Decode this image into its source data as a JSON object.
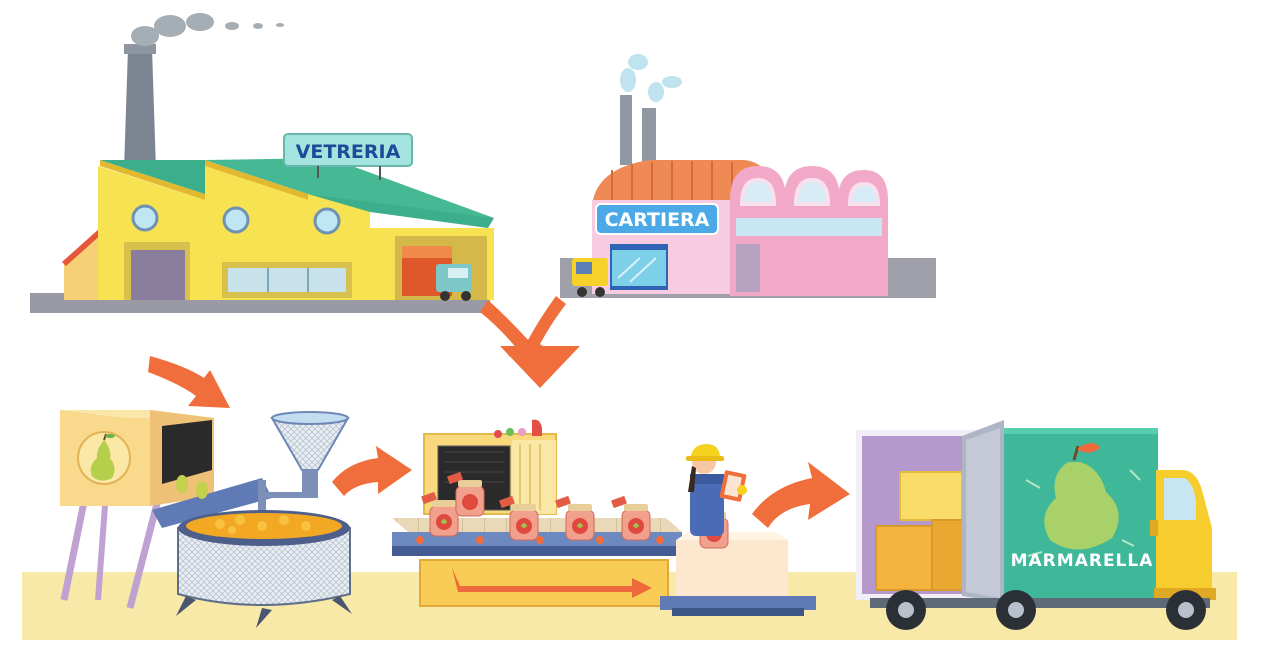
{
  "labels": {
    "glassworks_sign": "VETRERIA",
    "paper_mill_sign": "CARTIERA",
    "truck_brand": "MARMARELLA"
  },
  "stages": [
    {
      "name": "glassworks"
    },
    {
      "name": "paper-mill"
    },
    {
      "name": "fruit-washer"
    },
    {
      "name": "cooking-pot"
    },
    {
      "name": "labeling-machine"
    },
    {
      "name": "conveyor-belt"
    },
    {
      "name": "quality-inspector"
    },
    {
      "name": "delivery-truck"
    }
  ],
  "colors": {
    "ground": "#f9e9a8",
    "arrow": "#ef6e3c",
    "glassworks_wall": "#f7e352",
    "glassworks_roof": "#3dae8b",
    "sign_bg": "#a3e4de",
    "sign_text": "#1f4a99",
    "paper_mill_wall": "#f2a9c8",
    "paper_mill_roof": "#ef8a55",
    "truck_body": "#3fb89a",
    "truck_cab": "#f7cd2e"
  },
  "icons": [
    "pear-icon",
    "jar-icon",
    "smoke-icon",
    "arrow-icon"
  ]
}
